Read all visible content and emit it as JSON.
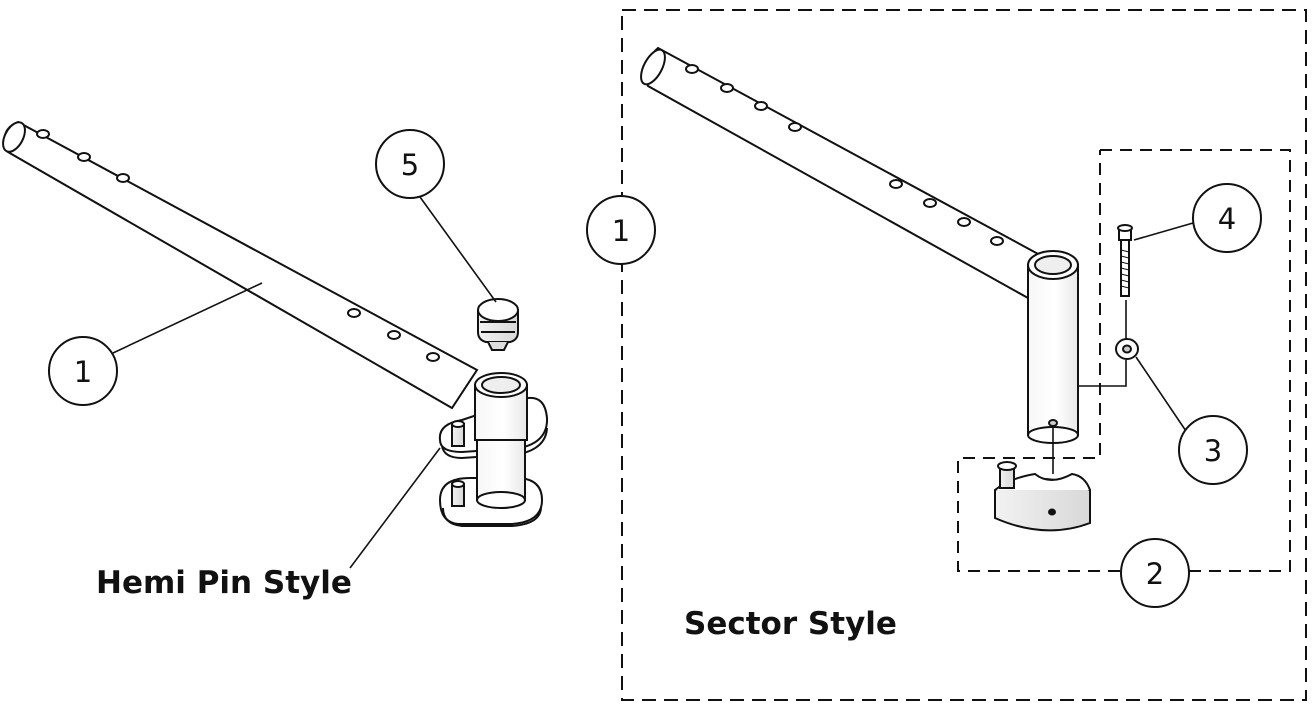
{
  "diagram": {
    "titles": {
      "hemi_pin_style": "Hemi Pin Style",
      "sector_style": "Sector Style"
    },
    "callouts": {
      "hemi_tube": "1",
      "hemi_plug": "5",
      "sector_frame": "1",
      "sector_bolt": "4",
      "sector_washer": "3",
      "sector_block": "2"
    }
  }
}
